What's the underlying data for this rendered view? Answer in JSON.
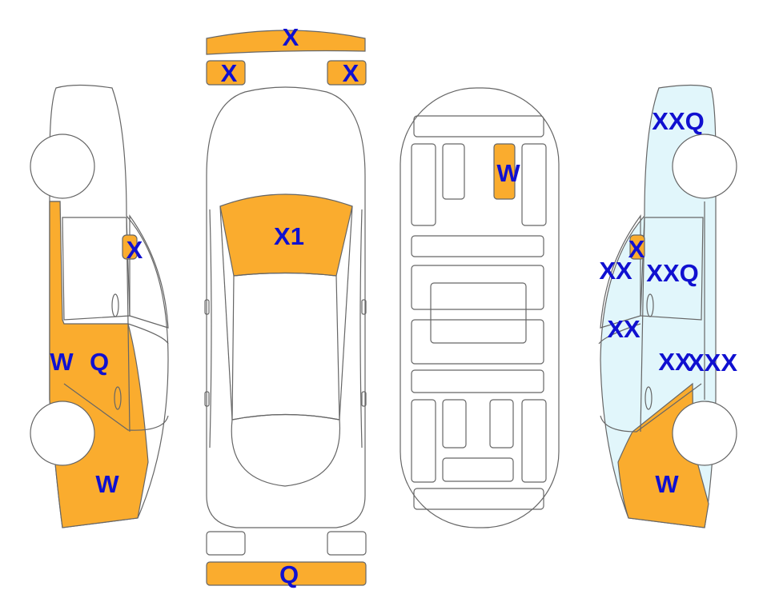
{
  "colors": {
    "damage": "#FAAC2E",
    "damage_light": "#E1F6FB",
    "outline": "#666666",
    "label": "#1010D0",
    "background": "#FFFFFF"
  },
  "labels": {
    "front_bumper": "X",
    "front_left_lamp": "X",
    "front_right_lamp": "X",
    "windshield": "X1",
    "rear_bumper": "Q",
    "trunk_floor_panel": "W",
    "left_mirror": "X",
    "left_rear_door": "W",
    "left_rear_door_2": "Q",
    "left_rear_quarter": "W",
    "right_front_fender": "XXQ",
    "right_mirror": "X",
    "right_a_pillar": "XX",
    "right_front_door": "XXQ",
    "right_b_pillar": "XX",
    "right_rear_door_1": "XX",
    "right_rear_door_2": "XXX",
    "right_rear_quarter": "W"
  }
}
